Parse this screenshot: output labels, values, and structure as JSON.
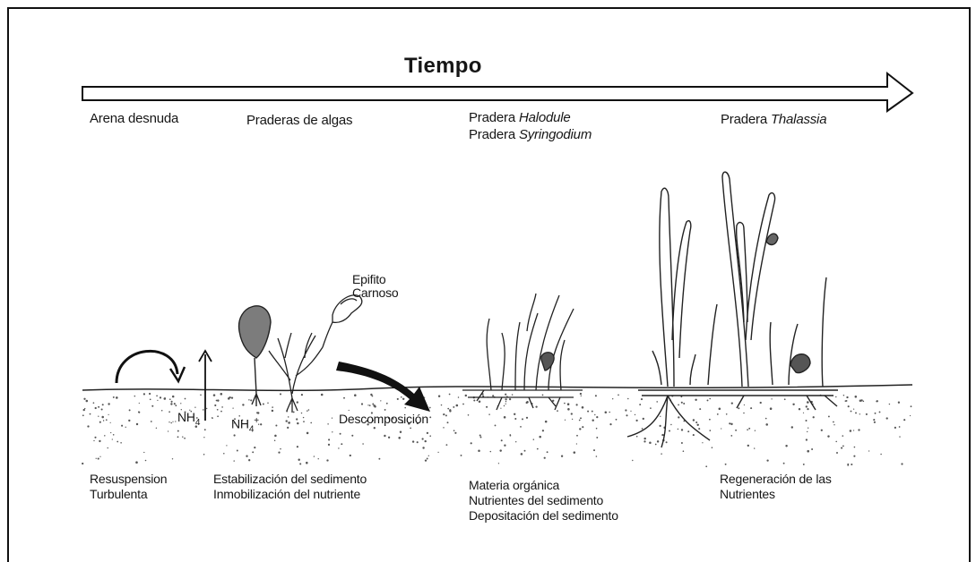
{
  "diagram": {
    "title": "Tiempo",
    "stages": [
      {
        "label": "Arena desnuda"
      },
      {
        "label": "Praderas de algas"
      },
      {
        "prefix": "Pradera ",
        "name": "Halodule"
      },
      {
        "prefix": "Pradera ",
        "name": "Syringodium"
      },
      {
        "prefix": "Pradera ",
        "name": "Thalassia"
      }
    ],
    "labels": {
      "epifito_line1": "Epifito",
      "epifito_line2": "Carnoso",
      "descomposicion": "Descomposición",
      "nh4_1": "NH",
      "nh4_2": "NH",
      "nh4_sub": "4",
      "nh4_sup": "+"
    },
    "processes": {
      "col1": [
        "Resuspension",
        "Turbulenta"
      ],
      "col2": [
        "Estabilización del sedimento",
        "Inmobilización del nutriente"
      ],
      "col3": [
        "Materia orgánica",
        "Nutrientes del sedimento",
        "Depositación del sedimento"
      ],
      "col4": [
        "Regeneración de las",
        "Nutrientes"
      ]
    }
  }
}
